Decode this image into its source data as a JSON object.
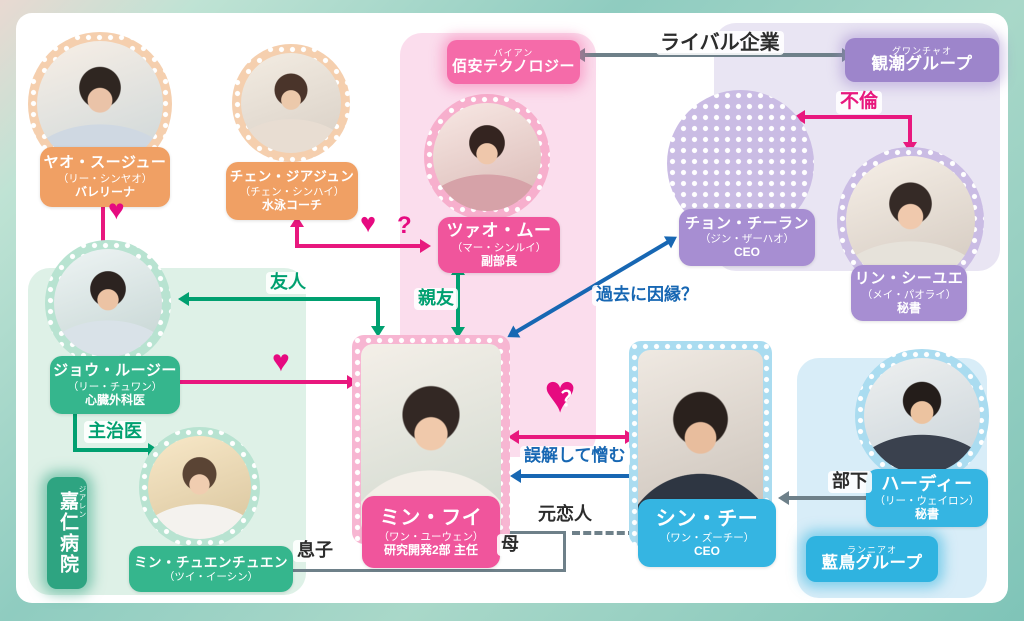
{
  "companies": {
    "baian": {
      "furigana": "バイアン",
      "name": "佰安テクノロジー"
    },
    "guanchao": {
      "furigana": "グワンチャオ",
      "name": "観潮グループ"
    },
    "lanniao": {
      "furigana": "ランニアオ",
      "name": "藍鳥グループ"
    },
    "jiaren": {
      "furigana": "ジアレン",
      "name": "嘉仁病院"
    }
  },
  "people": [
    {
      "name": "ヤオ・スージュー",
      "actor": "（リー・シンヤオ）",
      "role": "バレリーナ"
    },
    {
      "name": "チェン・ジアジュン",
      "actor": "（チェン・シンハイ）",
      "role": "水泳コーチ"
    },
    {
      "name": "ツァオ・ムー",
      "actor": "（マー・シンルイ）",
      "role": "副部長"
    },
    {
      "name": "チョン・チーラン",
      "actor": "（ジン・ザーハオ）",
      "role": "CEO"
    },
    {
      "name": "リン・シーユエ",
      "actor": "（メイ・パオライ）",
      "role": "秘書"
    },
    {
      "name": "ジョウ・ルージー",
      "actor": "（リー・チュワン）",
      "role": "心臓外科医"
    },
    {
      "name": "ミン・チュエンチュエン",
      "actor": "（ツイ・イーシン）",
      "role": ""
    },
    {
      "name": "ミン・フイ",
      "actor": "（ワン・ユーウェン）",
      "role": "研究開発2部 主任"
    },
    {
      "name": "シン・チー",
      "actor": "（ワン・ズーチー）",
      "role": "CEO"
    },
    {
      "name": "ハーディー",
      "actor": "（リー・ウェイロン）",
      "role": "秘書"
    }
  ],
  "relations": {
    "rival": "ライバル企業",
    "affair": "不倫",
    "friend": "友人",
    "best_friend": "親友",
    "past": "過去に因縁？",
    "hate": "誤解して憎む",
    "doctor": "主治医",
    "son": "息子",
    "mother": "母",
    "ex": "元恋人",
    "subordinate": "部下",
    "maybe_love": "?",
    "heart_question": "？"
  },
  "colors": {
    "pink_label": "#f0559c",
    "orange_label": "#f0a064",
    "green_label": "#35b68d",
    "purple_label": "#a78ed2",
    "blue_label": "#35b5e2",
    "baian_box": "#f56ba9",
    "guanchao_box": "#9d85cb",
    "lanniao_box": "#2fb3e0",
    "jiaren_box": "#2ea481",
    "heart": "#e60a80",
    "arrow_green": "#00a070",
    "arrow_blue": "#1767b3",
    "arrow_pink": "#e8187e",
    "arrow_gray": "#6e8089"
  }
}
